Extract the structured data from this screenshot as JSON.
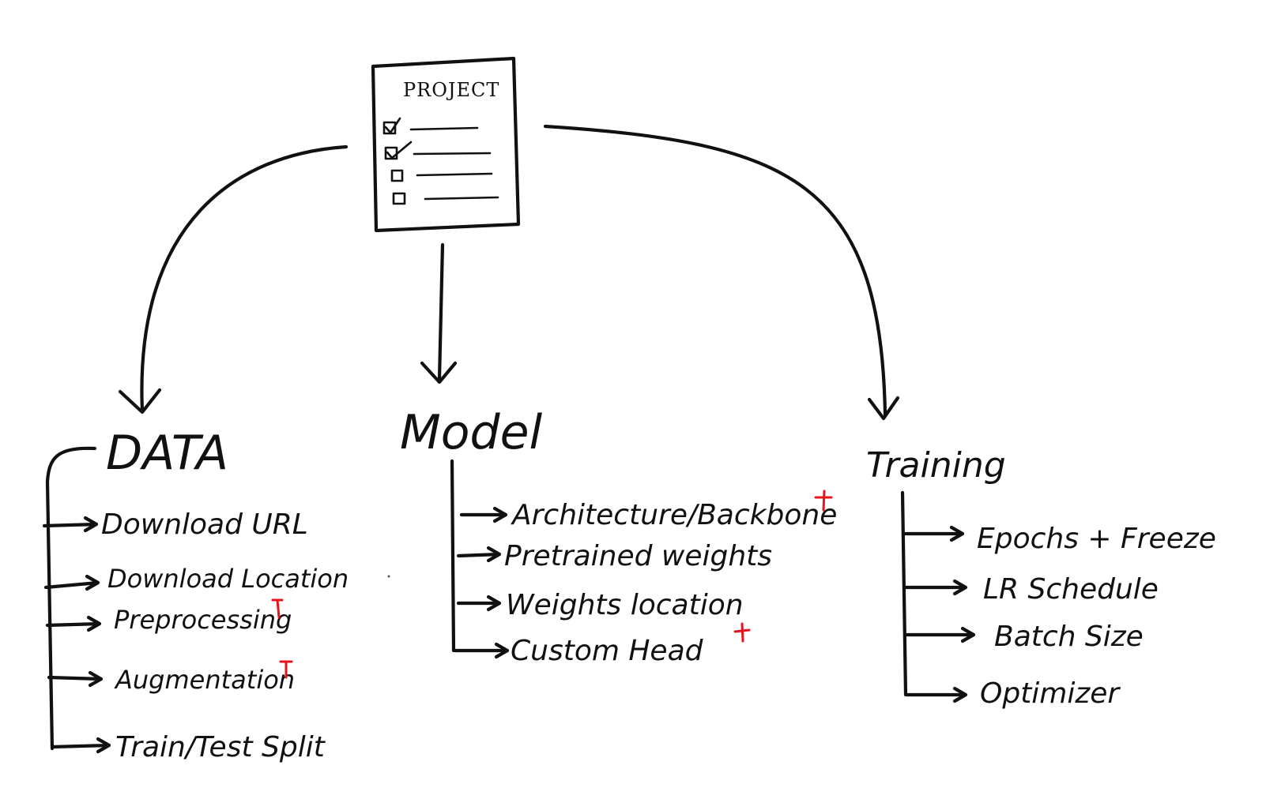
{
  "project_doc": {
    "title": "PROJECT",
    "checklist": [
      {
        "checked": true
      },
      {
        "checked": true
      },
      {
        "checked": false
      },
      {
        "checked": false
      }
    ]
  },
  "data": {
    "title": "DATA",
    "items": [
      {
        "label": "Download URL",
        "plus": false
      },
      {
        "label": "Download Location",
        "plus": false
      },
      {
        "label": "Preprocessing",
        "plus": true
      },
      {
        "label": "Augmentation",
        "plus": true
      },
      {
        "label": "Train/Test Split",
        "plus": false
      }
    ]
  },
  "model": {
    "title": "Model",
    "items": [
      {
        "label": "Architecture/Backbone",
        "plus": true
      },
      {
        "label": "Pretrained weights",
        "plus": false
      },
      {
        "label": "Weights location",
        "plus": false
      },
      {
        "label": "Custom Head",
        "plus": true
      }
    ]
  },
  "training": {
    "title": "Training",
    "items": [
      {
        "label": "Epochs + Freeze",
        "plus": false
      },
      {
        "label": "LR Schedule",
        "plus": false
      },
      {
        "label": "Batch Size",
        "plus": false
      },
      {
        "label": "Optimizer",
        "plus": false
      }
    ]
  },
  "colors": {
    "ink": "#111111",
    "plus_mark": "#e8141b",
    "background": "#ffffff"
  }
}
